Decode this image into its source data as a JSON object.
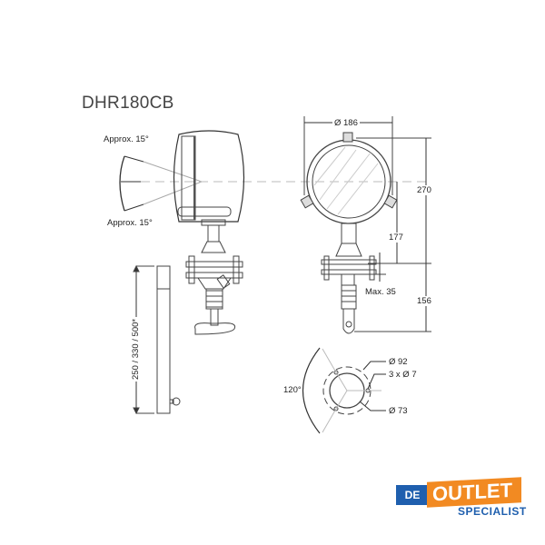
{
  "title": "DHR180CB",
  "side_view": {
    "angle_top": "Approx. 15°",
    "angle_bottom": "Approx. 15°"
  },
  "front_view": {
    "diameter": "Ø 186",
    "height_total": "270",
    "height_center": "177",
    "max_clamp": "Max. 35",
    "lower_length": "156"
  },
  "pole": {
    "length": "250 / 330 / 500*"
  },
  "flange": {
    "angle": "120°",
    "outer_diameter": "Ø 92",
    "holes": "3 x Ø 7",
    "inner_diameter": "Ø 73"
  },
  "logo": {
    "de": "DE",
    "outlet": "OUTLET",
    "specialist": "SPECIALIST",
    "colors": {
      "blue": "#1f5fae",
      "orange": "#f28a22"
    }
  }
}
